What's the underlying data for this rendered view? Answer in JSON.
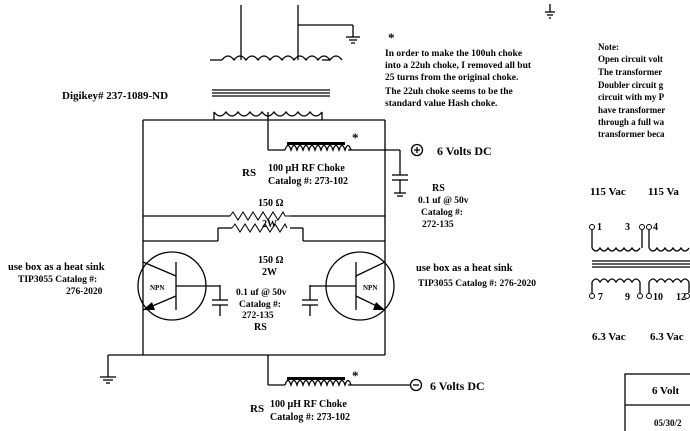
{
  "transformer_label": "Digikey# 237-1089-ND",
  "choke_note": {
    "asterisk": "*",
    "lines": [
      "In order to make the 100uh choke",
      "into a 22uh choke, I removed all but",
      "25 turns from the original choke.",
      "The 22uh choke seems to be the",
      "standard value Hash choke."
    ]
  },
  "right_note": {
    "lines": [
      "Note:",
      "Open circuit volt",
      "The transformer",
      "Doubler circuit g",
      "circuit with my P",
      "have transformer",
      "through a full wa",
      "transformer beca"
    ]
  },
  "top_choke": {
    "rs": "RS",
    "title": "100 µH RF Choke",
    "catalog": "Catalog #: 273-102",
    "asterisk": "*"
  },
  "bottom_choke": {
    "rs": "RS",
    "title": "100 µH RF Choke",
    "catalog": "Catalog #: 273-102",
    "asterisk": "*"
  },
  "positive_supply": {
    "symbol": "⊕",
    "label": "6 Volts DC"
  },
  "negative_supply": {
    "symbol": "⊖",
    "label": "6 Volts DC"
  },
  "filter_cap": {
    "rs": "RS",
    "value": "0.1 uf @ 50v",
    "catalog": "Catalog #:",
    "number": "272-135"
  },
  "middle_cap": {
    "value": "0.1 uf @ 50v",
    "catalog": "Catalog #:",
    "number": "272-135",
    "rs": "RS"
  },
  "resistor_top": {
    "value": "150 Ω",
    "watt": "2W"
  },
  "resistor_bottom": {
    "value": "150 Ω",
    "watt": "2W"
  },
  "left_transistor": {
    "type": "NPN",
    "note": "use box as a heat sink",
    "part": "TIP3055 Catalog #:",
    "number": "276-2020"
  },
  "right_transistor": {
    "type": "NPN",
    "note": "use box as a heat sink",
    "part": "TIP3055 Catalog #: 276-2020"
  },
  "voltages": {
    "primary": [
      "115 Vac",
      "115 Va"
    ],
    "secondary": [
      "6.3 Vac",
      "6.3 Vac"
    ]
  },
  "pins": {
    "top": [
      "1",
      "3",
      "4"
    ],
    "bottom": [
      "7",
      "9",
      "10",
      "12"
    ]
  },
  "title_block": {
    "title": "6 Volt",
    "date": "05/30/2"
  }
}
